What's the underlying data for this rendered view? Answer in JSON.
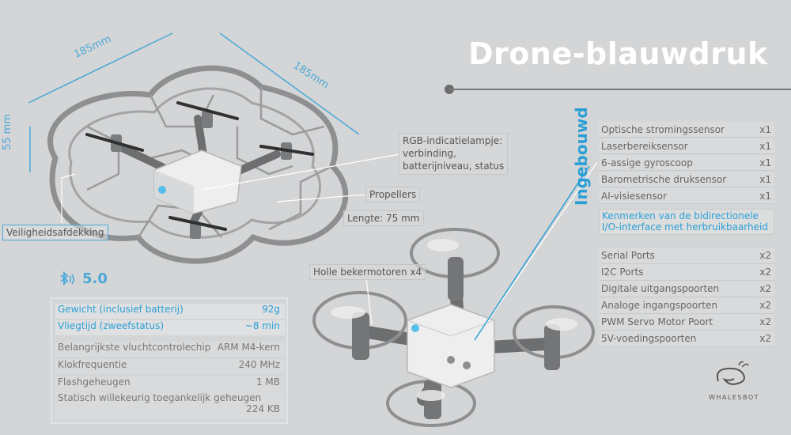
{
  "title": "Drone-blauwdruk",
  "dimensions": {
    "width_top_left": "185mm",
    "width_top_right": "185mm",
    "height": "55 mm"
  },
  "callouts": {
    "rgb_line1": "RGB-indicatielampje:",
    "rgb_line2": "verbinding,",
    "rgb_line3": "batterijniveau, status",
    "propellers": "Propellers",
    "length": "Lengte: 75 mm",
    "guard": "Veiligheidsafdekking",
    "motors": "Holle bekermotoren x4"
  },
  "bluetooth": {
    "version": "5.0"
  },
  "specs": {
    "weight": {
      "label": "Gewicht (inclusief batterij)",
      "value": "92g"
    },
    "flight_time": {
      "label": "Vliegtijd (zweefstatus)",
      "value": "~8 min"
    },
    "chip": {
      "label": "Belangrijkste vluchtcontrolechip",
      "value": "ARM M4-kern"
    },
    "clock": {
      "label": "Klokfrequentie",
      "value": "240 MHz"
    },
    "flash": {
      "label": "Flashgeheugen",
      "value": "1 MB"
    },
    "ram_label": "Statisch willekeurig toegankelijk geheugen",
    "ram_value": "224 KB"
  },
  "built_in": {
    "heading": "Ingebouwd",
    "items": [
      {
        "label": "Optische stromingssensor",
        "count": "x1"
      },
      {
        "label": "Laserbereiksensor",
        "count": "x1"
      },
      {
        "label": "6-assige gyroscoop",
        "count": "x1"
      },
      {
        "label": "Barometrische druksensor",
        "count": "x1"
      },
      {
        "label": "AI-visiesensor",
        "count": "x1"
      }
    ]
  },
  "interfaces": {
    "heading": "Kenmerken van de bidirectionele I/O-interface met herbruikbaarheid",
    "items": [
      {
        "label": "Serial Ports",
        "count": "x2"
      },
      {
        "label": "I2C Ports",
        "count": "x2"
      },
      {
        "label": "Digitale uitgangspoorten",
        "count": "x2"
      },
      {
        "label": "Analoge ingangspoorten",
        "count": "x2"
      },
      {
        "label": "PWM Servo Motor Poort",
        "count": "x2"
      },
      {
        "label": "5V-voedingspoorten",
        "count": "x2"
      }
    ]
  },
  "logo": {
    "text": "WHALESBOT"
  },
  "colors": {
    "accent": "#2a9fd6",
    "background": "#d4d5d6",
    "title": "#ffffff"
  },
  "icons": {
    "bluetooth": "bluetooth-icon",
    "logo": "whale-logo-icon"
  }
}
